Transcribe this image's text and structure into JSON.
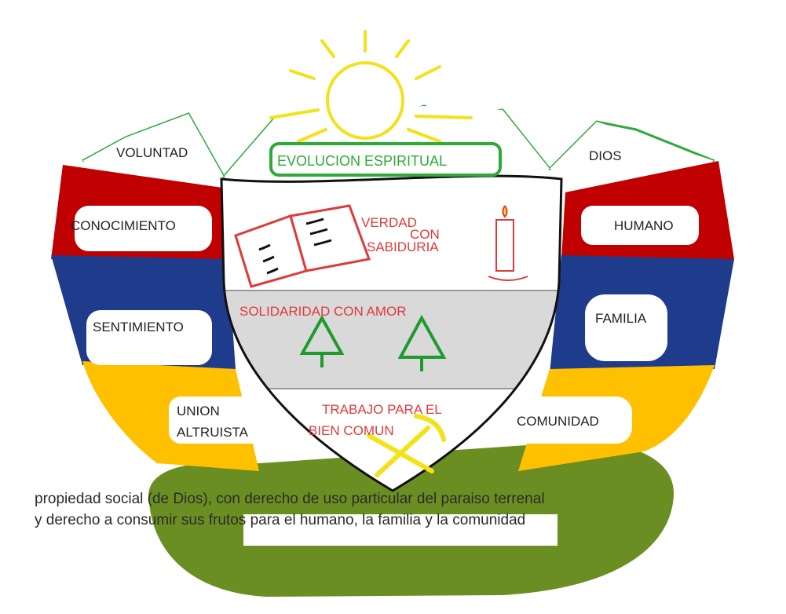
{
  "emblem": {
    "top_labels": {
      "left": "VOLUNTAD",
      "center": "EVOLUCION ESPIRITUAL",
      "right": "DIOS"
    },
    "red_band": {
      "left": "CONOCIMIENTO",
      "right": "HUMANO"
    },
    "blue_band": {
      "left": "SENTIMIENTO",
      "right": "FAMILIA"
    },
    "yellow_band": {
      "left_line1": "UNION",
      "left_line2": "ALTRUISTA",
      "right": "COMUNIDAD"
    },
    "shield": {
      "top_line1": "VERDAD",
      "top_line2": "CON",
      "top_line3": "SABIDURIA",
      "middle": "SOLIDARIDAD CON AMOR",
      "bottom_line1": "TRABAJO PARA EL",
      "bottom_line2": "BIEN COMUN"
    },
    "motto": {
      "line1": "propiedad social (de Dios), con derecho de uso particular del paraiso terrenal",
      "line2": "y derecho a consumir sus frutos para el humano, la familia y la comunidad"
    },
    "colors": {
      "red": "#c00000",
      "blue": "#1f3b8c",
      "yellow": "#ffc000",
      "green_outline": "#2eaa3a",
      "grass": "#6b8e23",
      "sun": "#f2e21a",
      "shield_text": "#e03a3a"
    }
  }
}
